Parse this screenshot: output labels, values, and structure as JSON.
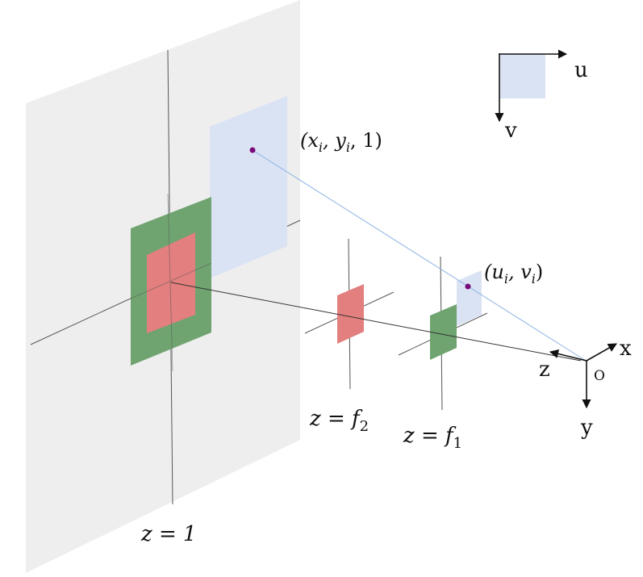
{
  "colors": {
    "image_plane": "#eeeeee",
    "blue_patch": "#d9e3f3",
    "green_patch": "#6fa36f",
    "red_patch": "#e47f7f",
    "axis_line": "#555555",
    "ray_dark": "#333333",
    "ray_blue": "#8fb4e6",
    "point": "#7a0a7a"
  },
  "labels": {
    "plane_z1": "z = 1",
    "plane_f2_lhs": "z = f",
    "plane_f2_sub": "2",
    "plane_f1_lhs": "z = f",
    "plane_f1_sub": "1",
    "point_3d": "(x",
    "point_3d_sub_i1": "i",
    "point_3d_mid": ", y",
    "point_3d_sub_i2": "i",
    "point_3d_end": ", 1)",
    "point_2d": "(u",
    "point_2d_sub_i1": "i",
    "point_2d_mid": ", v",
    "point_2d_sub_i2": "i",
    "point_2d_end": ")",
    "axis_x": "x",
    "axis_y": "y",
    "axis_z": "z",
    "origin": "O",
    "axis_u": "u",
    "axis_v": "v"
  }
}
